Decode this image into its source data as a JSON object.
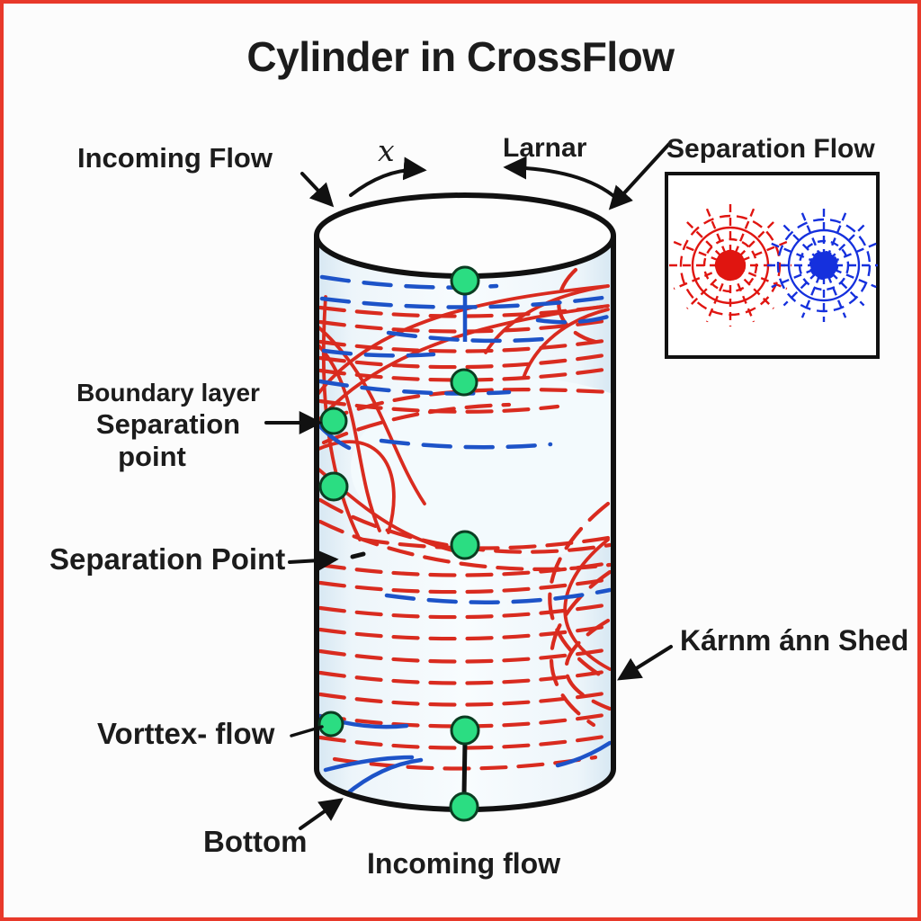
{
  "title": "Cylinder in CrossFlow",
  "labels": {
    "incoming_flow_top": "Incoming Flow",
    "x_axis_symbol": "x",
    "larnar": "Larnar",
    "separation_flow": "Separation Flow",
    "boundary_layer": {
      "line1": "Boundary layer",
      "line2": "Separation",
      "line3": "point"
    },
    "separation_point": "Separation Point",
    "karman_shed": "Kárnm ánn Shed",
    "vortex_flow": "Vorttex- flow",
    "bottom": "Bottom",
    "incoming_flow_bottom": "Incoming flow"
  },
  "colors": {
    "frame_border": "#e8392a",
    "streamline_red": "#d92b1f",
    "streamline_blue": "#1d53c8",
    "separation_dot_green": "#2bdd82",
    "outline_black": "#111111",
    "cylinder_fill": "#eaf3fa",
    "inset_vortex_red": "#e01510",
    "inset_vortex_blue": "#1530dd"
  },
  "markers": {
    "separation_dot_count": 8
  }
}
